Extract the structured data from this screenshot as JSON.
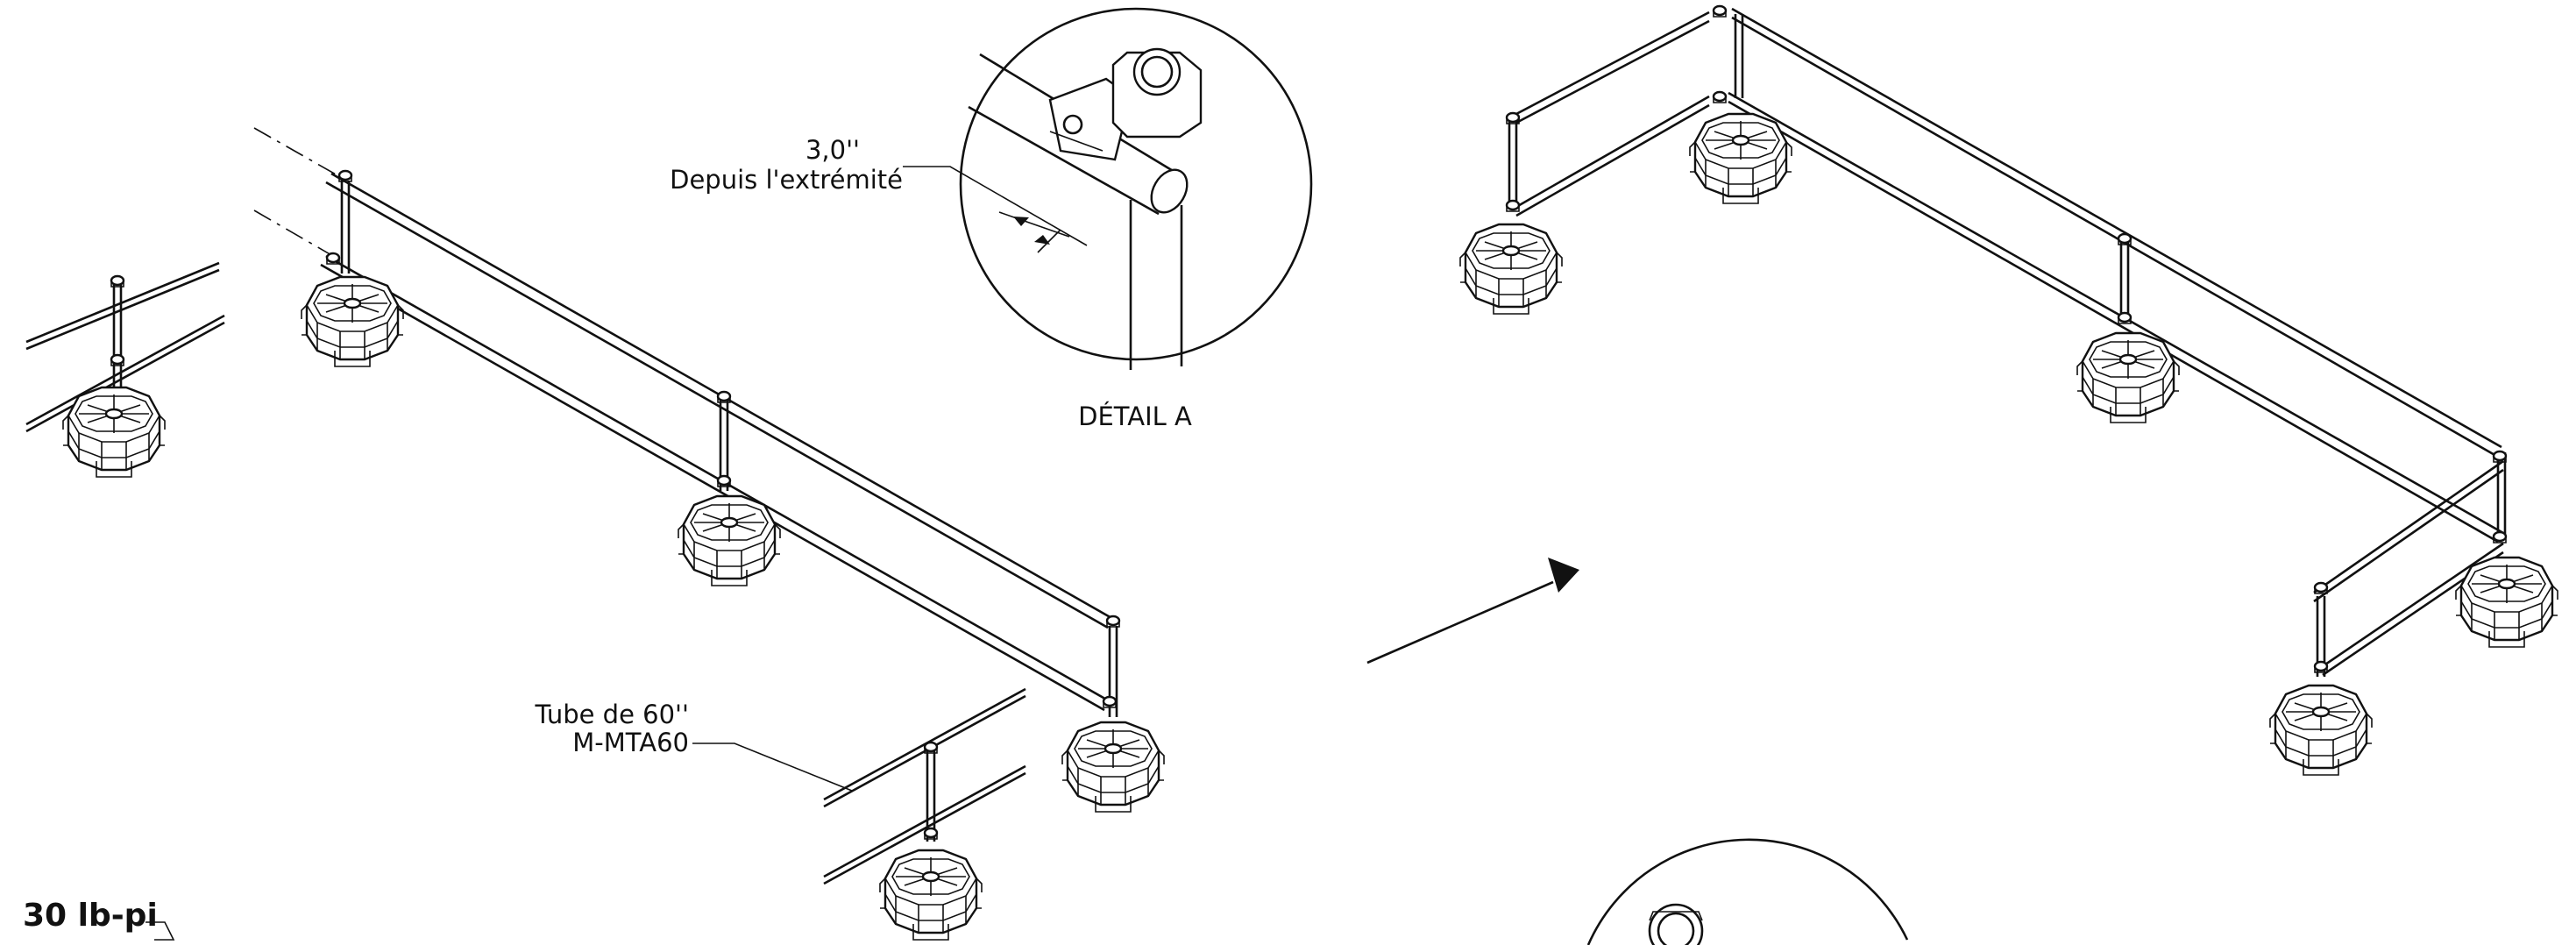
{
  "labels": {
    "dimension_value": "3,0''",
    "dimension_note": "Depuis l'extrémité",
    "detail_title": "DÉTAIL A",
    "tube_name": "Tube de 60''",
    "tube_part": "M-MTA60",
    "torque": "30 lb-pi"
  },
  "colors": {
    "ink": "#111111",
    "background": "#ffffff"
  },
  "icons": {
    "arrow": "arrow-right-icon",
    "weld_symbol": "torque-symbol-icon"
  }
}
